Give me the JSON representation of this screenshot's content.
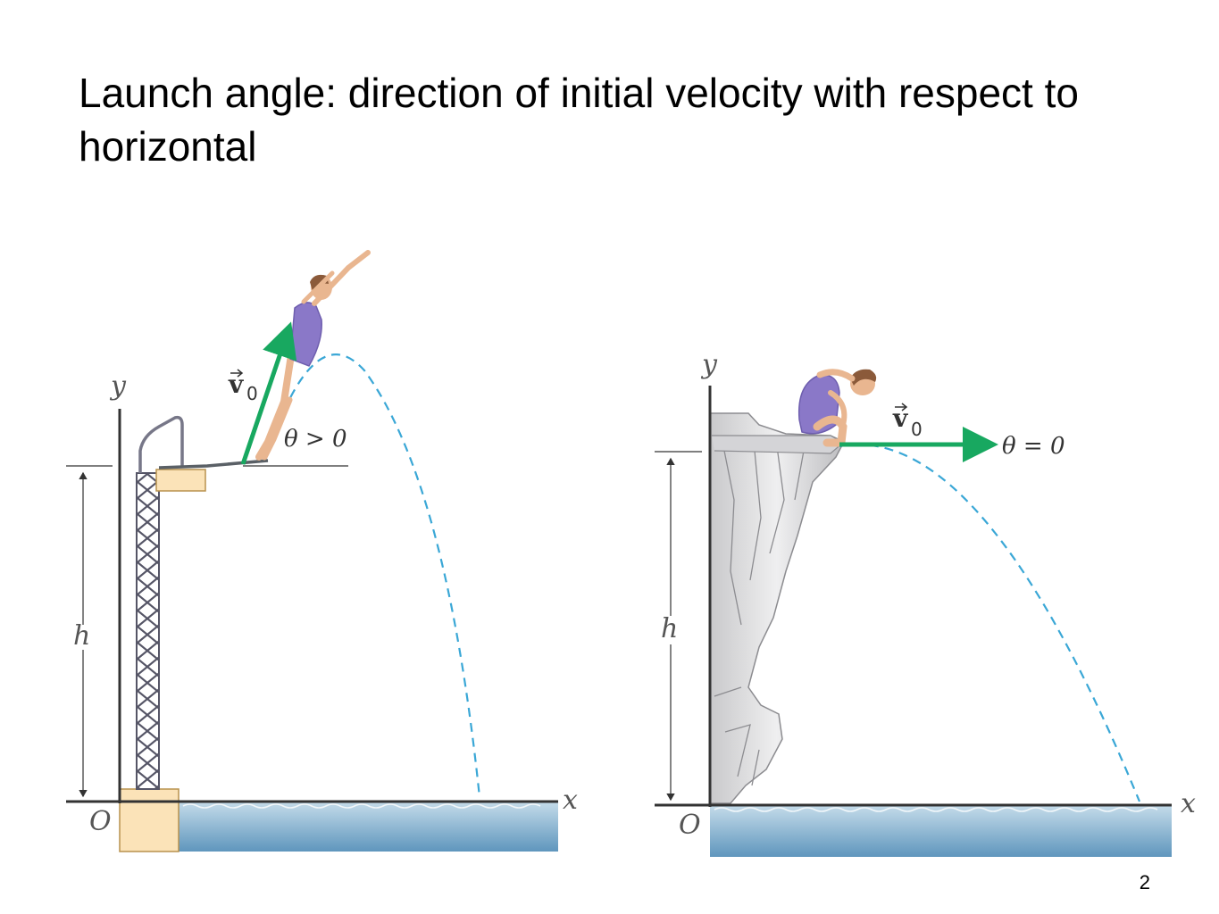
{
  "slide": {
    "title": "Launch angle: direction of initial velocity with respect to horizontal",
    "page_number": "2"
  },
  "left_diagram": {
    "y_label": "y",
    "x_label": "x",
    "origin_label": "O",
    "height_label": "h",
    "velocity_label": "v",
    "velocity_sub": "0",
    "angle_label": "θ > 0"
  },
  "right_diagram": {
    "y_label": "y",
    "x_label": "x",
    "origin_label": "O",
    "height_label": "h",
    "velocity_label": "v",
    "velocity_sub": "0",
    "angle_label": "θ = 0"
  },
  "colors": {
    "velocity_arrow": "#18a860",
    "trajectory": "#3aa7d6",
    "water_top": "#c5dcea",
    "water_bottom": "#5f96bd",
    "platform": "#fbe3b8",
    "swimsuit": "#8a78c8",
    "skin": "#e9b690"
  }
}
